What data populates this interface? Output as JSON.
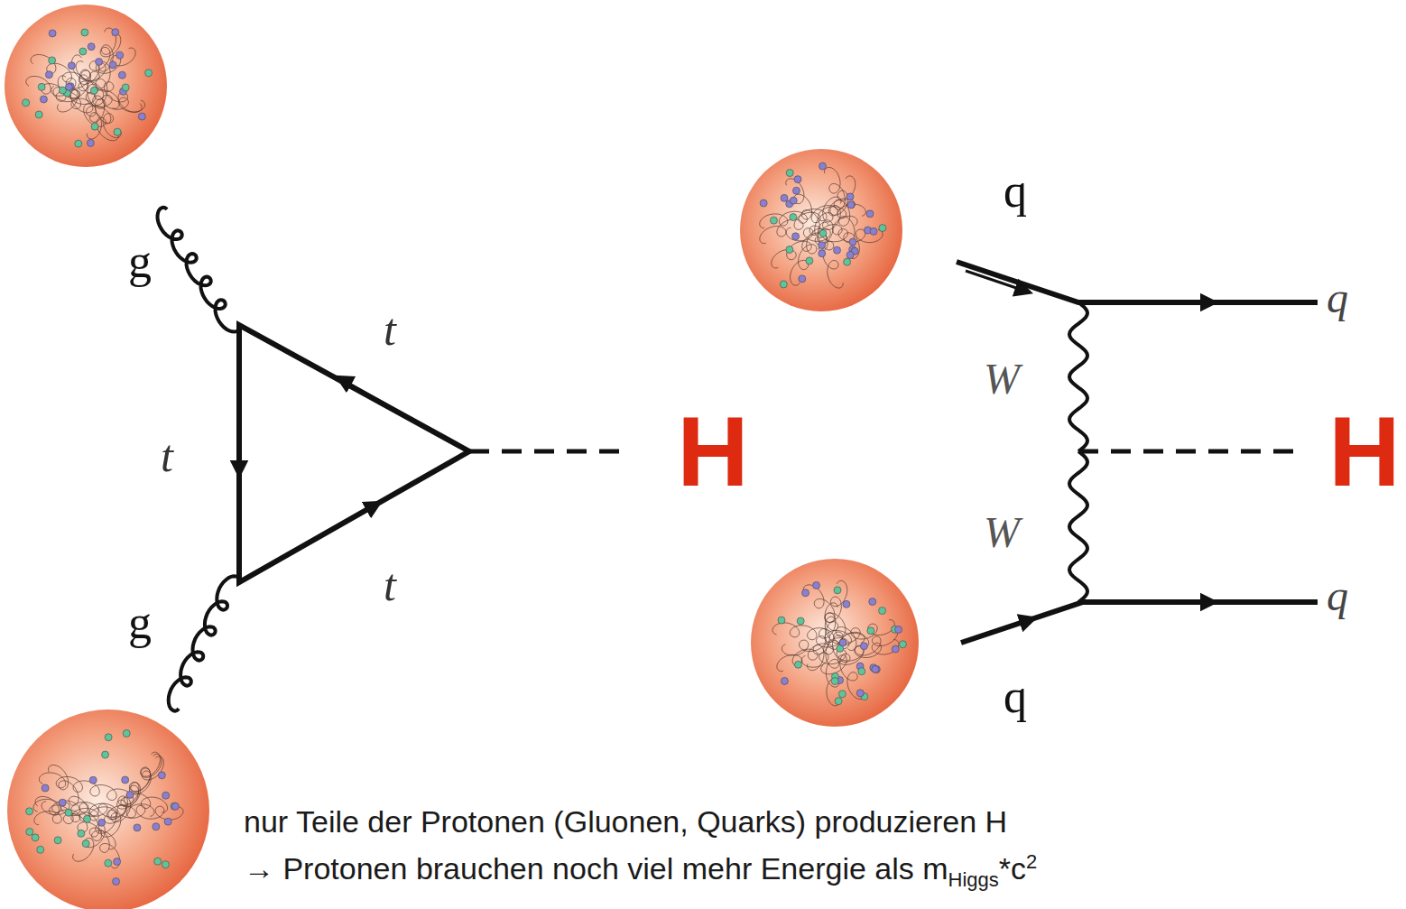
{
  "diagram": {
    "labels": [
      "g",
      "t",
      "t",
      "t",
      "g",
      "H",
      "q",
      "q",
      "W",
      "H",
      "W",
      "q",
      "q",
      "nur Teile der Protonen (Gluonen, Quarks) produzieren H",
      "→ Protonen brauchen noch viel mehr Energie als m",
      "Higgs",
      "*c",
      "2"
    ]
  }
}
